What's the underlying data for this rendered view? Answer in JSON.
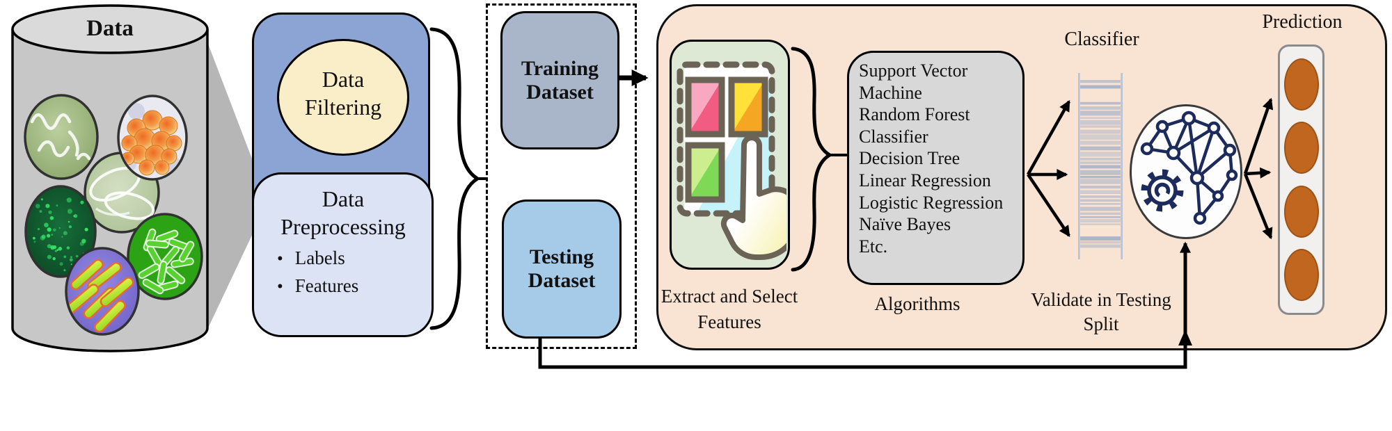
{
  "cylinder": {
    "label": "Data"
  },
  "microbes": [
    "spirochetes-micrograph",
    "orange-cocci-cluster-micrograph",
    "pale-green-bacilli-micrograph",
    "fluorescent-colony-micrograph",
    "purple-stained-rods-micrograph",
    "green-rod-bacteria-micrograph"
  ],
  "filtering_box": {
    "lines": [
      "Data",
      "Filtering"
    ]
  },
  "preprocessing_box": {
    "lines": [
      "Data",
      "Preprocessing"
    ],
    "bullets": [
      "Labels",
      "Features"
    ]
  },
  "training_box": {
    "lines": [
      "Training",
      "Dataset"
    ]
  },
  "testing_box": {
    "lines": [
      "Testing",
      "Dataset"
    ]
  },
  "feature_extraction": {
    "label_lines": [
      "Extract and Select",
      "Features"
    ]
  },
  "algorithms": {
    "lines": [
      "Support Vector",
      "Machine",
      "Random Forest",
      "Classifier",
      "Decision Tree",
      "Linear Regression",
      "Logistic Regression",
      "Naïve Bayes",
      "Etc."
    ],
    "caption": "Algorithms"
  },
  "classifier": {
    "caption": "Classifier"
  },
  "validation": {
    "label_lines": [
      "Validate in Testing",
      "Split"
    ]
  },
  "prediction": {
    "caption": "Prediction",
    "node_count": 4
  },
  "colors": {
    "container_peach": "#f9e3d2",
    "filter_blue": "#8ba4d3",
    "preprocess_blue": "#dce3f5",
    "cream": "#faeec9",
    "training_gray_blue": "#a9b5c9",
    "testing_blue": "#a5cbe9",
    "feature_green": "#dde9d5",
    "algorithms_gray": "#d8d8d8",
    "prediction_orange": "#c0661f",
    "network_navy": "#1d2b5c",
    "stripe_blue": "#a7b2c9"
  }
}
